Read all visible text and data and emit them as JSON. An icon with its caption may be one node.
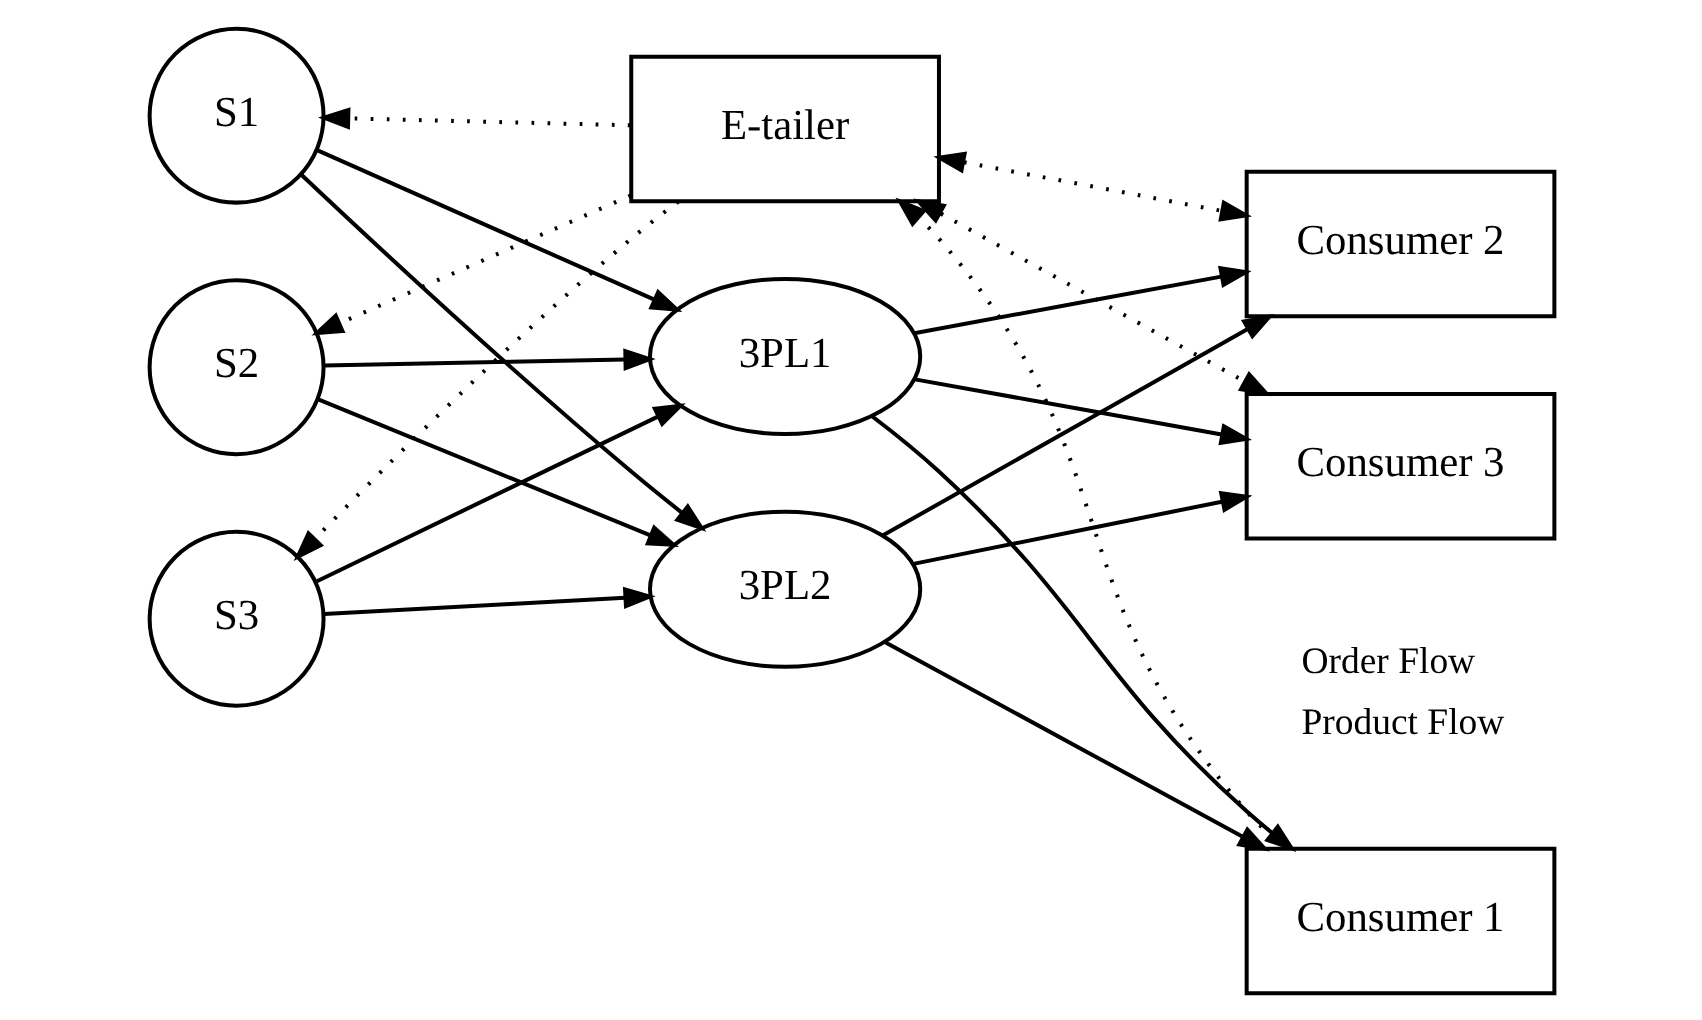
{
  "diagram": {
    "nodes": [
      {
        "text": [
          "E-tailer"
        ]
      },
      {
        "text": [
          "S1"
        ]
      },
      {
        "text": [
          "S2"
        ]
      },
      {
        "text": [
          "S3"
        ]
      },
      {
        "text": [
          "3PL1"
        ]
      },
      {
        "text": [
          "3PL2"
        ]
      },
      {
        "text": [
          "Consumer 1"
        ]
      },
      {
        "text": [
          "Consumer 2"
        ]
      },
      {
        "text": [
          "Consumer 3"
        ]
      }
    ],
    "edges": [
      {
        "from": 0,
        "to": 1,
        "arrow": "to",
        "style": "dashed"
      },
      {
        "from": 0,
        "to": 2,
        "arrow": "to",
        "style": "dashed"
      },
      {
        "from": 0,
        "to": 3,
        "arrow": "to",
        "style": "dashed"
      },
      {
        "from": 6,
        "to": 0,
        "arrow": "to",
        "style": "dashed"
      },
      {
        "from": 0,
        "to": 7,
        "arrow": "both",
        "style": "dashed"
      },
      {
        "from": 0,
        "to": 8,
        "arrow": "both",
        "style": "dashed"
      },
      {
        "from": 1,
        "to": 4,
        "arrow": "to"
      },
      {
        "from": 1,
        "to": 5,
        "arrow": "to"
      },
      {
        "from": 2,
        "to": 4,
        "arrow": "to"
      },
      {
        "from": 2,
        "to": 5,
        "arrow": "to"
      },
      {
        "from": 3,
        "to": 4,
        "arrow": "to"
      },
      {
        "from": 3,
        "to": 5,
        "arrow": "to"
      },
      {
        "from": 4,
        "to": 6,
        "arrow": "to"
      },
      {
        "from": 4,
        "to": 7,
        "arrow": "to"
      },
      {
        "from": 4,
        "to": 8,
        "arrow": "to"
      },
      {
        "from": 5,
        "to": 6,
        "arrow": "to"
      },
      {
        "from": 5,
        "to": 7,
        "arrow": "to"
      },
      {
        "from": 5,
        "to": 8,
        "arrow": "to"
      }
    ],
    "legend": [
      {
        "text": "Order Flow"
      },
      {
        "text": "Product Flow"
      }
    ]
  }
}
